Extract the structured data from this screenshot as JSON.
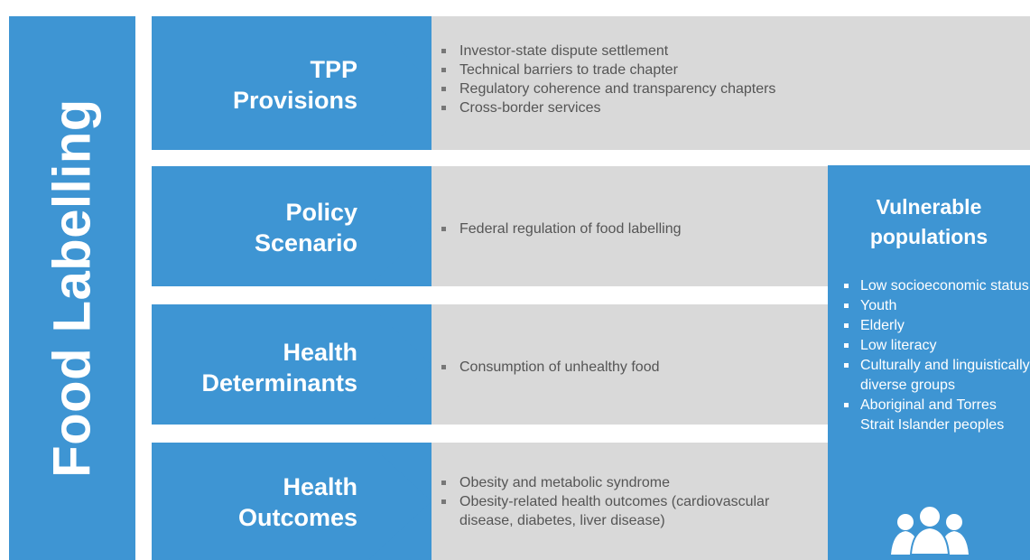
{
  "side_title": "Food Labelling",
  "rows": [
    {
      "label_lines": [
        "TPP",
        "Provisions"
      ],
      "bullets": [
        "Investor-state dispute settlement",
        "Technical barriers to trade chapter",
        "Regulatory coherence and transparency chapters",
        "Cross-border services"
      ]
    },
    {
      "label_lines": [
        "Policy",
        "Scenario"
      ],
      "bullets": [
        "Federal regulation of food labelling"
      ]
    },
    {
      "label_lines": [
        "Health",
        "Determinants"
      ],
      "bullets": [
        "Consumption of unhealthy food"
      ]
    },
    {
      "label_lines": [
        "Health",
        "Outcomes"
      ],
      "bullets": [
        "Obesity and metabolic syndrome",
        "Obesity-related health outcomes (cardiovascular",
        "disease, diabetes, liver disease)"
      ]
    }
  ],
  "vulnerable": {
    "title_lines": [
      "Vulnerable",
      "populations"
    ],
    "items": [
      "Low socioeconomic status",
      "Youth",
      "Elderly",
      "Low literacy",
      "Culturally and linguistically diverse groups",
      "Aboriginal and Torres Strait Islander peoples"
    ],
    "icon": "people-icon"
  },
  "colors": {
    "accent_blue": "#3e95d3",
    "row_grey": "#d9d9d9",
    "bullet_text": "#555555"
  }
}
